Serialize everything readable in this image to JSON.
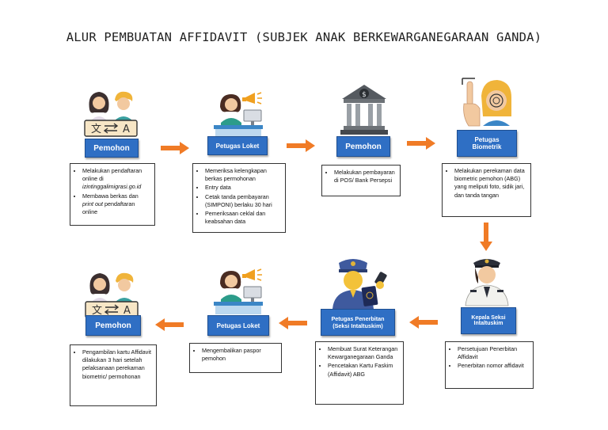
{
  "title": "ALUR PEMBUATAN AFFIDAVIT (SUBJEK ANAK BERKEWARGANEGARAAN GANDA)",
  "colors": {
    "label_bg": "#2f6fc4",
    "arrow": "#f07b26"
  },
  "steps": [
    {
      "label": "Pemohon",
      "icon": "applicants-translate-icon",
      "items": [
        {
          "text": "Melakukan pendaftaran online di ",
          "italic": "izintinggalimigrasi.go.id",
          "after": ""
        },
        {
          "text": "Membawa berkas dan ",
          "italic": "print out",
          "after": " pendaftaran online"
        }
      ]
    },
    {
      "label": "Petugas Loket",
      "icon": "counter-officer-icon",
      "items": [
        {
          "text": "Memeriksa kelengkapan berkas permohonan"
        },
        {
          "text": "Entry data"
        },
        {
          "text": "Cetak tanda pembayaran (SIMPONI) berlaku 30 hari"
        },
        {
          "text": "Pemeriksaan ceklal dan keabsahan data"
        }
      ]
    },
    {
      "label": "Pemohon",
      "icon": "bank-icon",
      "items": [
        {
          "text": "Melakukan pembayaran di POS/ Bank Persepsi"
        }
      ]
    },
    {
      "label": "Petugas Biometrik",
      "label_lines": [
        "Petugas",
        "Biometrik"
      ],
      "icon": "biometric-scan-icon",
      "items": [
        {
          "text": "Melakukan perekaman data biometric pemohon (ABG) yang meliputi foto, sidik jari, dan tanda tangan"
        }
      ]
    },
    {
      "label": "Kepala Seksi Intaltuskim",
      "label_lines": [
        "Kepala Seksi",
        "Intaltuskim"
      ],
      "icon": "section-head-officer-icon",
      "items": [
        {
          "text": "Persetujuan Penerbitan Affidavit"
        },
        {
          "text": "Penerbitan nomor affidavit"
        }
      ]
    },
    {
      "label": "Petugas Penerbitan (Seksi Intaltuskim)",
      "label_lines": [
        "Petugas Penerbitan",
        "(Seksi Intaltuskim)"
      ],
      "icon": "issuing-officer-passport-icon",
      "items": [
        {
          "text": "Membuat Surat Keterangan Kewarganegaraan Ganda"
        },
        {
          "text": "Pencetakan Kartu Faskim (Affidavit) ABG"
        }
      ]
    },
    {
      "label": "Petugas Loket",
      "icon": "counter-officer-icon",
      "items": [
        {
          "text": "Mengembalikan paspor pemohon"
        }
      ]
    },
    {
      "label": "Pemohon",
      "icon": "applicants-translate-icon",
      "items": [
        {
          "text": "Pengambilan kartu Affidavit dilakukan 3 hari setelah pelaksanaan perekaman biometric/ permohonan"
        }
      ]
    }
  ]
}
